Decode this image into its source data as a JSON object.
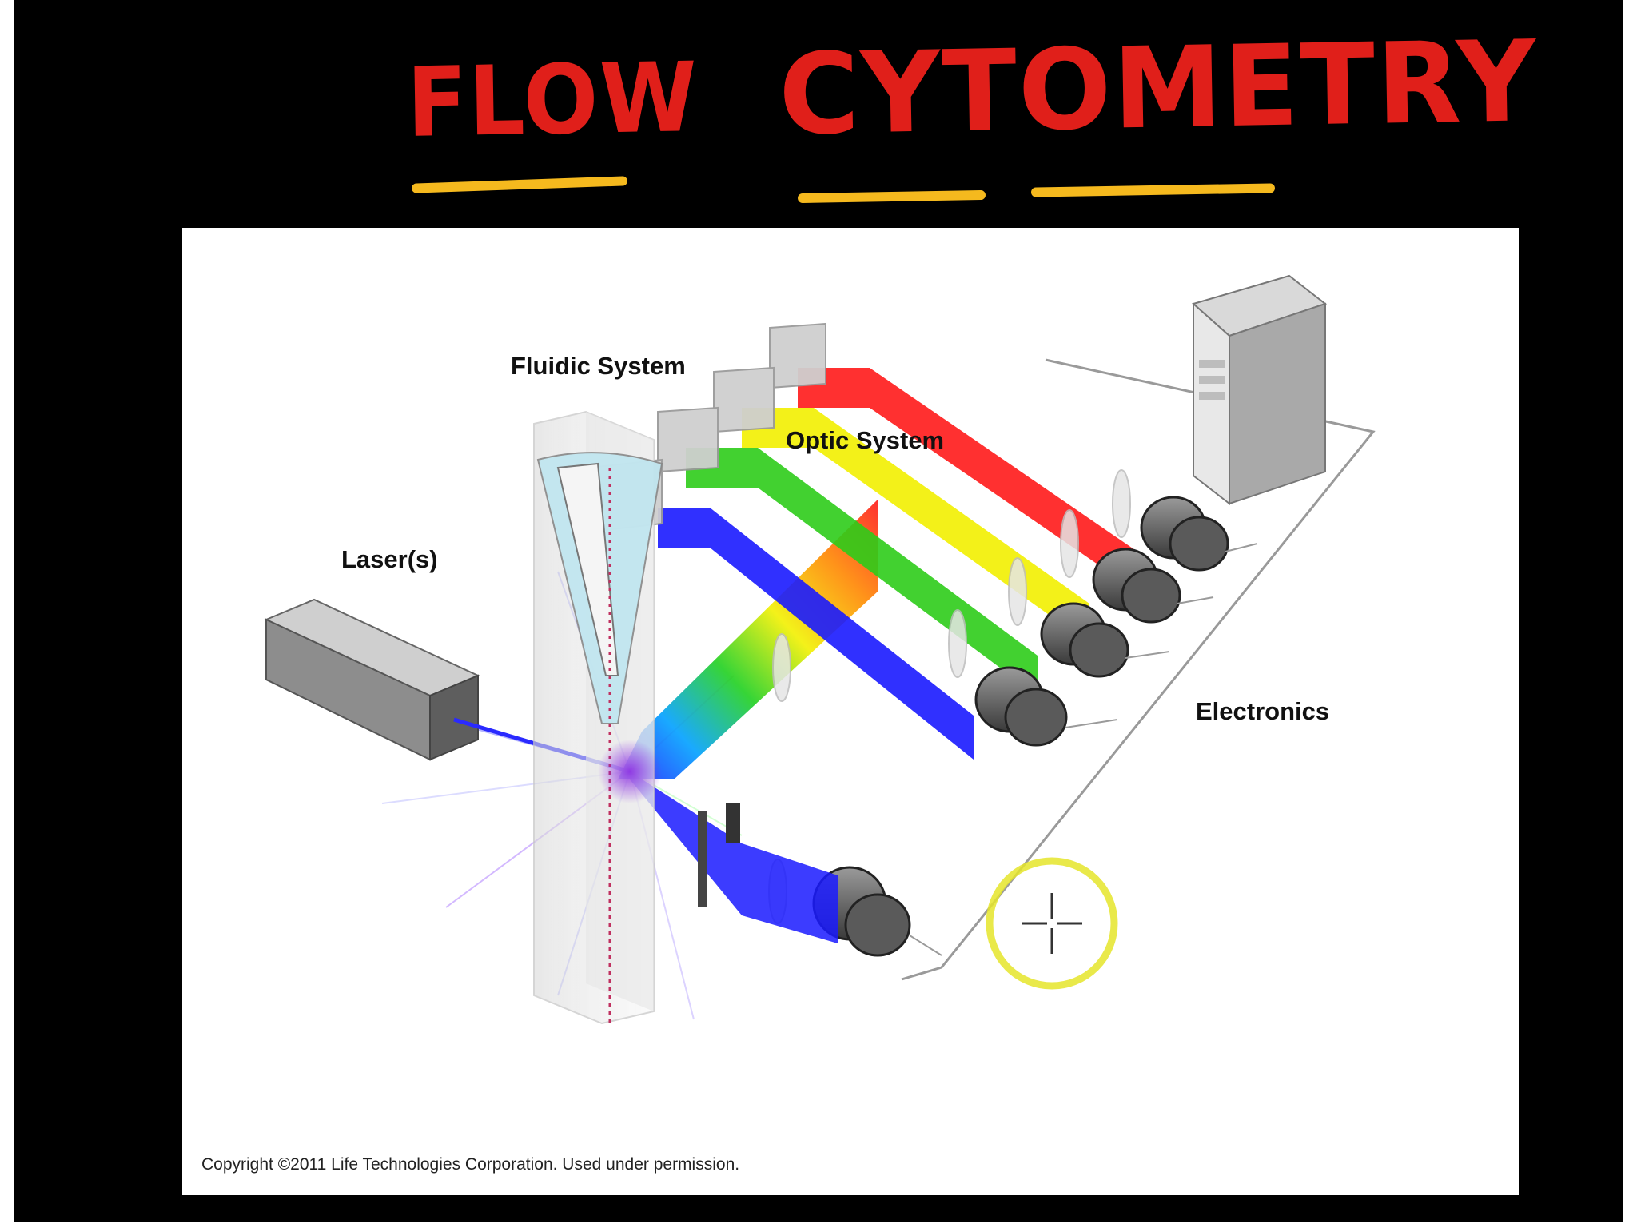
{
  "title": {
    "word1": "FLOW",
    "word2": "CYTOMETRY"
  },
  "diagram": {
    "labels": {
      "fluidic": "Fluidic System",
      "optic": "Optic System",
      "laser": "Laser(s)",
      "electronics": "Electronics"
    },
    "copyright": "Copyright ©2011 Life Technologies Corporation.  Used under permission."
  },
  "colors": {
    "background": "#000000",
    "title_red": "#e01f1a",
    "underline_yellow": "#f5b91e",
    "panel": "#ffffff",
    "beam_red": "#ff1a1a",
    "beam_yellow": "#f2f000",
    "beam_green": "#2ecc1a",
    "beam_blue": "#1a1aff",
    "cursor_ring": "#e5e52a"
  },
  "icons": [
    "laser-box",
    "flow-cell",
    "filter-mirror",
    "lens",
    "detector",
    "computer-tower",
    "cursor-crosshair"
  ]
}
